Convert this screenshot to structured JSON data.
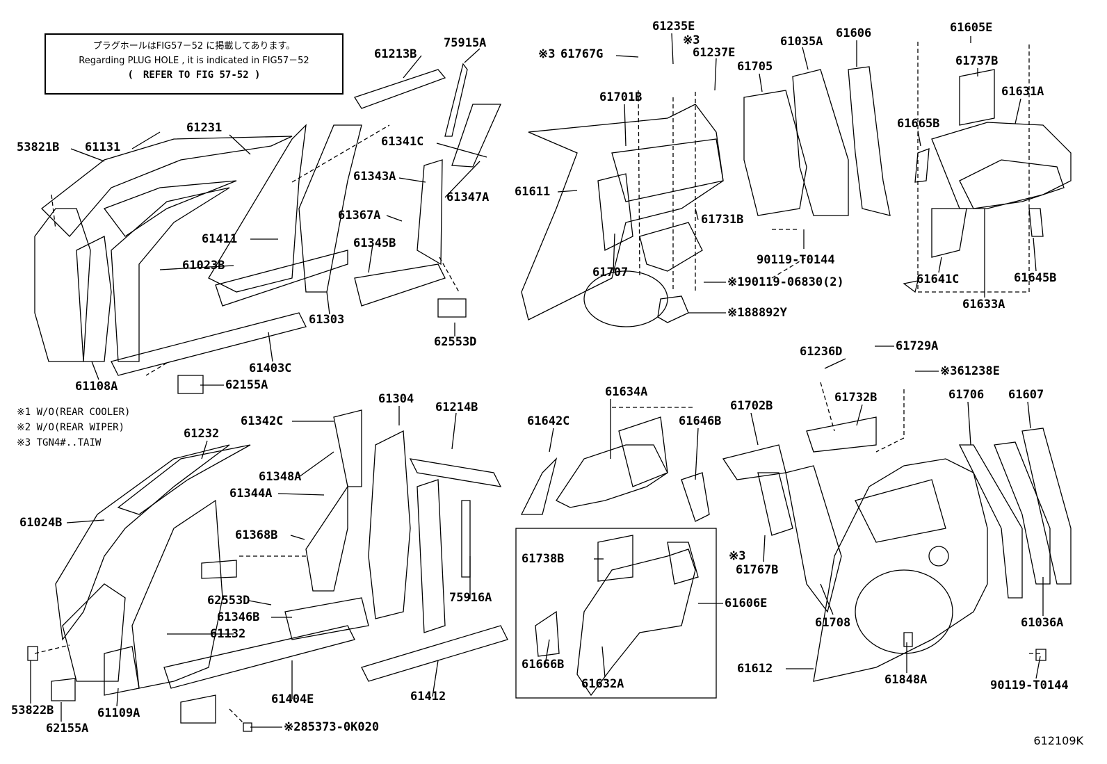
{
  "note": {
    "jp": "プラグホールはFIG57－52 に掲載してあります。",
    "en": "Regarding PLUG HOLE , it is indicated in FIG57－52",
    "ref": "(　REFER TO FIG 57-52 )"
  },
  "footnotes": [
    "※1 W/O(REAR COOLER)",
    "※2 W/O(REAR WIPER)",
    "※3 TGN4#..TAIW"
  ],
  "figure_id": "612109K",
  "labels": [
    {
      "id": "l1",
      "text": "53821B"
    },
    {
      "id": "l2",
      "text": "61131"
    },
    {
      "id": "l3",
      "text": "61231"
    },
    {
      "id": "l4",
      "text": "61213B"
    },
    {
      "id": "l5",
      "text": "75915A"
    },
    {
      "id": "l6",
      "text": "61341C"
    },
    {
      "id": "l7",
      "text": "61343A"
    },
    {
      "id": "l8",
      "text": "61347A"
    },
    {
      "id": "l9",
      "text": "61367A"
    },
    {
      "id": "l10",
      "text": "61411"
    },
    {
      "id": "l11",
      "text": "61023B"
    },
    {
      "id": "l12",
      "text": "61345B"
    },
    {
      "id": "l13",
      "text": "61303"
    },
    {
      "id": "l14",
      "text": "62553D"
    },
    {
      "id": "l15",
      "text": "61403C"
    },
    {
      "id": "l16",
      "text": "61108A"
    },
    {
      "id": "l17",
      "text": "62155A"
    },
    {
      "id": "l18",
      "text": "61235E"
    },
    {
      "id": "l19",
      "text": "※3"
    },
    {
      "id": "l20",
      "text": "※3"
    },
    {
      "id": "l21",
      "text": "61767G"
    },
    {
      "id": "l22",
      "text": "61237E"
    },
    {
      "id": "l23",
      "text": "61035A"
    },
    {
      "id": "l24",
      "text": "61606"
    },
    {
      "id": "l25",
      "text": "61705"
    },
    {
      "id": "l26",
      "text": "61701B"
    },
    {
      "id": "l27",
      "text": "61611"
    },
    {
      "id": "l28",
      "text": "61731B"
    },
    {
      "id": "l29",
      "text": "90119-T0144"
    },
    {
      "id": "l30",
      "text": "61707"
    },
    {
      "id": "l31",
      "text": "※190119-06830(2)"
    },
    {
      "id": "l32",
      "text": "※188892Y"
    },
    {
      "id": "l33",
      "text": "61605E"
    },
    {
      "id": "l34",
      "text": "61737B"
    },
    {
      "id": "l35",
      "text": "61631A"
    },
    {
      "id": "l36",
      "text": "61665B"
    },
    {
      "id": "l37",
      "text": "61641C"
    },
    {
      "id": "l38",
      "text": "61645B"
    },
    {
      "id": "l39",
      "text": "61633A"
    },
    {
      "id": "l40",
      "text": "61304"
    },
    {
      "id": "l41",
      "text": "61214B"
    },
    {
      "id": "l42",
      "text": "61342C"
    },
    {
      "id": "l43",
      "text": "61232"
    },
    {
      "id": "l44",
      "text": "61348A"
    },
    {
      "id": "l45",
      "text": "61344A"
    },
    {
      "id": "l46",
      "text": "61024B"
    },
    {
      "id": "l47",
      "text": "61368B"
    },
    {
      "id": "l48",
      "text": "62553D"
    },
    {
      "id": "l49",
      "text": "61346B"
    },
    {
      "id": "l50",
      "text": "61132"
    },
    {
      "id": "l51",
      "text": "75916A"
    },
    {
      "id": "l52",
      "text": "61404E"
    },
    {
      "id": "l53",
      "text": "61412"
    },
    {
      "id": "l54",
      "text": "53822B"
    },
    {
      "id": "l55",
      "text": "61109A"
    },
    {
      "id": "l56",
      "text": "62155A"
    },
    {
      "id": "l57",
      "text": "※285373-0K020"
    },
    {
      "id": "l58",
      "text": "61634A"
    },
    {
      "id": "l59",
      "text": "61642C"
    },
    {
      "id": "l60",
      "text": "61646B"
    },
    {
      "id": "l61",
      "text": "61738B"
    },
    {
      "id": "l62",
      "text": "61606E"
    },
    {
      "id": "l63",
      "text": "61666B"
    },
    {
      "id": "l64",
      "text": "61632A"
    },
    {
      "id": "l65",
      "text": "61236D"
    },
    {
      "id": "l66",
      "text": "61729A"
    },
    {
      "id": "l67",
      "text": "※361238E"
    },
    {
      "id": "l68",
      "text": "61702B"
    },
    {
      "id": "l69",
      "text": "61732B"
    },
    {
      "id": "l70",
      "text": "61706"
    },
    {
      "id": "l71",
      "text": "61607"
    },
    {
      "id": "l72",
      "text": "※3"
    },
    {
      "id": "l73",
      "text": "61767B"
    },
    {
      "id": "l74",
      "text": "61708"
    },
    {
      "id": "l75",
      "text": "61036A"
    },
    {
      "id": "l76",
      "text": "61612"
    },
    {
      "id": "l77",
      "text": "61848A"
    },
    {
      "id": "l78",
      "text": "90119-T0144"
    }
  ]
}
